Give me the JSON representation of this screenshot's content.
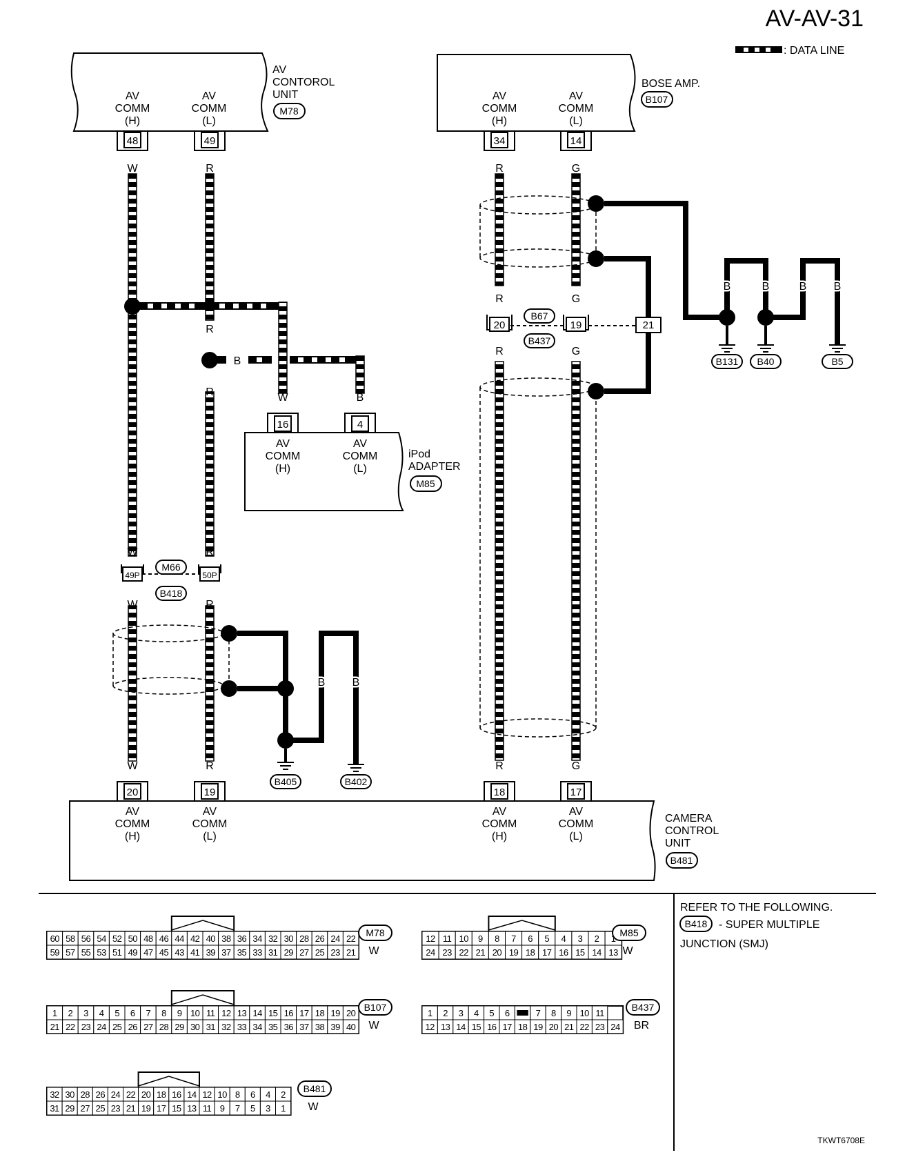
{
  "page_id": "AV-AV-31",
  "legend": {
    "data_line_text": ": DATA LINE"
  },
  "av_control_unit": {
    "name_lines": [
      "AV",
      "CONTOROL",
      "UNIT"
    ],
    "connector": "M78",
    "terms": [
      {
        "pin": "48",
        "lines": [
          "AV",
          "COMM",
          "(H)"
        ],
        "wire": "W"
      },
      {
        "pin": "49",
        "lines": [
          "AV",
          "COMM",
          "(L)"
        ],
        "wire": "R"
      }
    ]
  },
  "bose_amp": {
    "name": "BOSE AMP.",
    "connector": "B107",
    "terms": [
      {
        "pin": "34",
        "lines": [
          "AV",
          "COMM",
          "(H)"
        ],
        "wire": "R"
      },
      {
        "pin": "14",
        "lines": [
          "AV",
          "COMM",
          "(L)"
        ],
        "wire": "G"
      }
    ]
  },
  "ipod_adapter": {
    "name_lines": [
      "iPod",
      "ADAPTER"
    ],
    "connector": "M85",
    "terms": [
      {
        "pin": "16",
        "lines": [
          "AV",
          "COMM",
          "(H)"
        ],
        "wire": "W"
      },
      {
        "pin": "4",
        "lines": [
          "AV",
          "COMM",
          "(L)"
        ],
        "wire": "B"
      }
    ]
  },
  "camera_control_unit": {
    "name_lines": [
      "CAMERA",
      "CONTROL",
      "UNIT"
    ],
    "connector": "B481",
    "terms": [
      {
        "pin": "20",
        "lines": [
          "AV",
          "COMM",
          "(H)"
        ],
        "wire": "W"
      },
      {
        "pin": "19",
        "lines": [
          "AV",
          "COMM",
          "(L)"
        ],
        "wire": "R"
      },
      {
        "pin": "18",
        "lines": [
          "AV",
          "COMM",
          "(H)"
        ],
        "wire": "R"
      },
      {
        "pin": "17",
        "lines": [
          "AV",
          "COMM",
          "(L)"
        ],
        "wire": "G"
      }
    ]
  },
  "joint_connector_left": {
    "top": "M66",
    "bottom": "B418",
    "pins": [
      "49P",
      "50P"
    ]
  },
  "joint_connector_right": {
    "top": "B67",
    "bottom": "B437",
    "pins": [
      "20",
      "19",
      "21"
    ]
  },
  "wire_labels": {
    "W": "W",
    "R": "R",
    "G": "G",
    "B": "B"
  },
  "grounds": [
    "B131",
    "B40",
    "B5",
    "B405",
    "B402"
  ],
  "reference_note": {
    "line1": "REFER TO THE FOLLOWING.",
    "connector": "B418",
    "line2": "- SUPER MULTIPLE",
    "line3": "JUNCTION (SMJ)"
  },
  "connector_faces": [
    {
      "id": "M78",
      "color": "W",
      "row1": [
        "60",
        "58",
        "56",
        "54",
        "52",
        "50",
        "48",
        "46",
        "44",
        "42",
        "40",
        "38",
        "36",
        "34",
        "32",
        "30",
        "28",
        "26",
        "24",
        "22"
      ],
      "row2": [
        "59",
        "57",
        "55",
        "53",
        "51",
        "49",
        "47",
        "45",
        "43",
        "41",
        "39",
        "37",
        "35",
        "33",
        "31",
        "29",
        "27",
        "25",
        "23",
        "21"
      ]
    },
    {
      "id": "M85",
      "color": "W",
      "row1": [
        "12",
        "11",
        "10",
        "9",
        "8",
        "7",
        "6",
        "5",
        "4",
        "3",
        "2",
        "1"
      ],
      "row2": [
        "24",
        "23",
        "22",
        "21",
        "20",
        "19",
        "18",
        "17",
        "16",
        "15",
        "14",
        "13"
      ]
    },
    {
      "id": "B107",
      "color": "W",
      "row1": [
        "1",
        "2",
        "3",
        "4",
        "5",
        "6",
        "7",
        "8",
        "9",
        "10",
        "11",
        "12",
        "13",
        "14",
        "15",
        "16",
        "17",
        "18",
        "19",
        "20"
      ],
      "row2": [
        "21",
        "22",
        "23",
        "24",
        "25",
        "26",
        "27",
        "28",
        "29",
        "30",
        "31",
        "32",
        "33",
        "34",
        "35",
        "36",
        "37",
        "38",
        "39",
        "40"
      ]
    },
    {
      "id": "B437",
      "color": "BR",
      "row1": [
        "1",
        "2",
        "3",
        "4",
        "5",
        "6",
        "",
        "7",
        "8",
        "9",
        "10",
        "11"
      ],
      "row2": [
        "12",
        "13",
        "14",
        "15",
        "16",
        "17",
        "18",
        "19",
        "20",
        "21",
        "22",
        "23",
        "24"
      ]
    },
    {
      "id": "B481",
      "color": "W",
      "row1": [
        "32",
        "30",
        "28",
        "26",
        "24",
        "22",
        "20",
        "18",
        "16",
        "14",
        "12",
        "10",
        "8",
        "6",
        "4",
        "2"
      ],
      "row2": [
        "31",
        "29",
        "27",
        "25",
        "23",
        "21",
        "19",
        "17",
        "15",
        "13",
        "11",
        "9",
        "7",
        "5",
        "3",
        "1"
      ]
    }
  ],
  "figure_code": "TKWT6708E"
}
